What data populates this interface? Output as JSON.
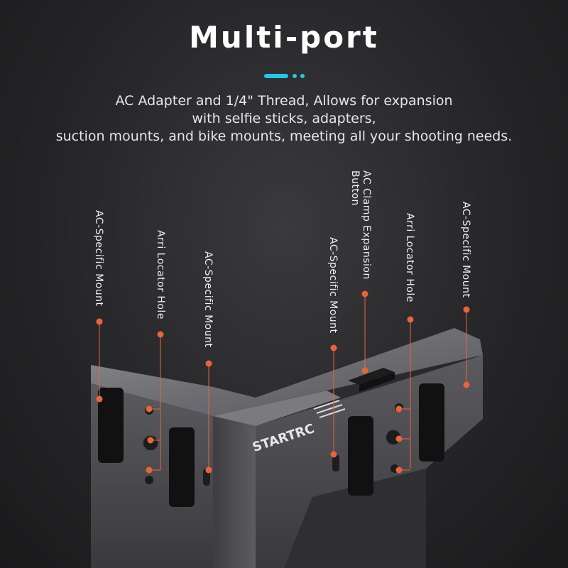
{
  "header": {
    "title": "Multi-port",
    "subtitle_lines": [
      "AC Adapter and 1/4\" Thread, Allows for expansion",
      "with selfie sticks, adapters,",
      "suction mounts, and bike mounts, meeting all your shooting needs."
    ]
  },
  "product": {
    "brand_logo_text": "STARTRC"
  },
  "callouts": [
    {
      "label": "AC-Specific Mount"
    },
    {
      "label": "Arri Locator Hole"
    },
    {
      "label": "AC-Specific Mount"
    },
    {
      "label": "AC-Specific Mount"
    },
    {
      "label": "AC Clamp Expansion Button"
    },
    {
      "label": "Arri Locator Hole"
    },
    {
      "label": "AC-Specific Mount"
    }
  ],
  "colors": {
    "accent": "#1fc9e6",
    "callout_dot": "#e8653a",
    "background": "#2a2a2c"
  }
}
